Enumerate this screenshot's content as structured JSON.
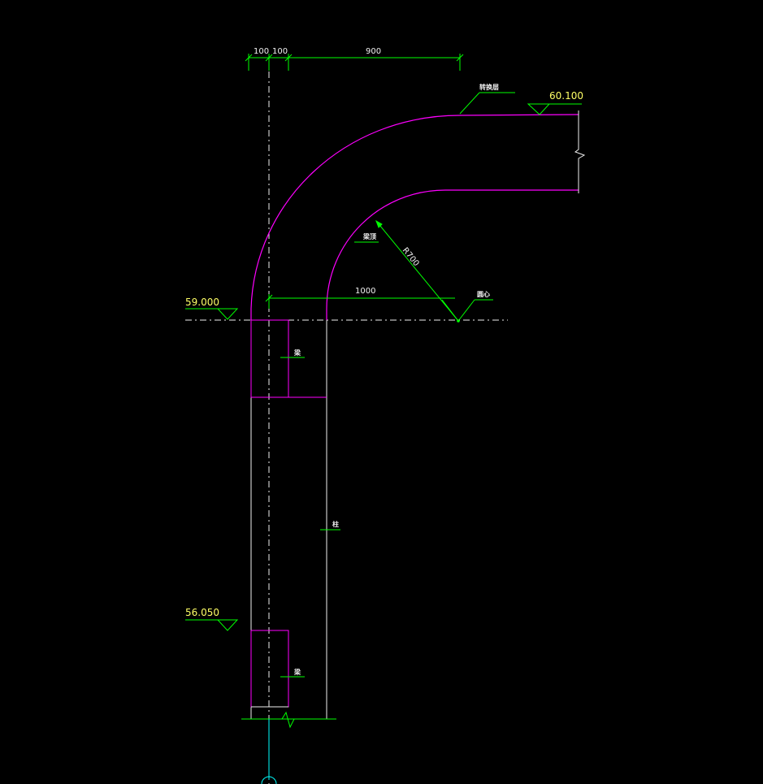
{
  "drawing": {
    "dimensions": {
      "top_left": "100",
      "top_mid": "100",
      "top_right": "900",
      "horizontal_offset": "1000",
      "radius_label": "R700"
    },
    "elevations": {
      "top": "60.100",
      "mid": "59.000",
      "bottom": "56.050"
    },
    "notes": {
      "top_label": "转换层",
      "arc_label": "梁顶",
      "center_label": "圆心",
      "upper_beam_label": "梁",
      "column_label": "柱",
      "lower_beam_label": "梁"
    },
    "colors": {
      "background": "#000000",
      "profile": "#ff00ff",
      "dimension": "#00ff00",
      "structure": "#ffffff",
      "elevation_text": "#ffff66",
      "axis": "#00ffff"
    }
  }
}
